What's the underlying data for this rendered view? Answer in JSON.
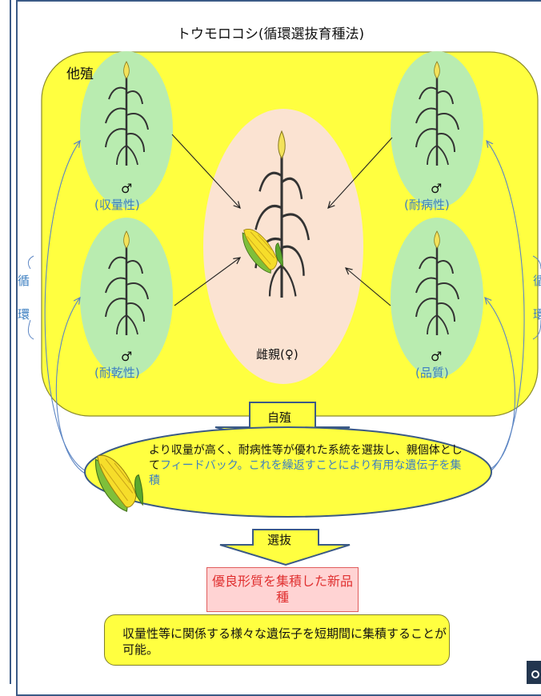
{
  "title": "トウモロコシ(循環選抜育種法)",
  "outcrossing_label": "他殖",
  "varieties": {
    "top_left": {
      "symbol": "♂",
      "trait": "(収量性)"
    },
    "bottom_left": {
      "symbol": "♂",
      "trait": "(耐乾性)"
    },
    "top_right": {
      "symbol": "♂",
      "trait": "(耐病性)"
    },
    "bottom_right": {
      "symbol": "♂",
      "trait": "(品質)"
    }
  },
  "female_parent": "雌親(♀)",
  "cycle_left": {
    "char1": "循",
    "char2": "環"
  },
  "cycle_right": {
    "char1": "循",
    "char2": "環"
  },
  "selfing_label": "自殖",
  "selection_desc": {
    "part1": "より収量が高く、耐病性等が優れた系統を選抜し、親個体として",
    "part2": "フィードバック。これを繰返すことにより有用な遺伝子を集積"
  },
  "selection_label": "選抜",
  "result_box": "優良形質を集積した新品種",
  "summary": "収量性等に関係する様々な遺伝子を短期間に集積することが可能。",
  "colors": {
    "frame": "#3b5a86",
    "yellow": "#ffff40",
    "green_ellipse": "#b9ecb0",
    "peach_ellipse": "#fbe3d2",
    "blue_text": "#3d7fc1",
    "arrow_yellow": "#ffff40",
    "red_text": "#e03030"
  },
  "icons": [
    "corn-plant-icon",
    "corn-cob-icon",
    "block-arrow-down-icon"
  ]
}
